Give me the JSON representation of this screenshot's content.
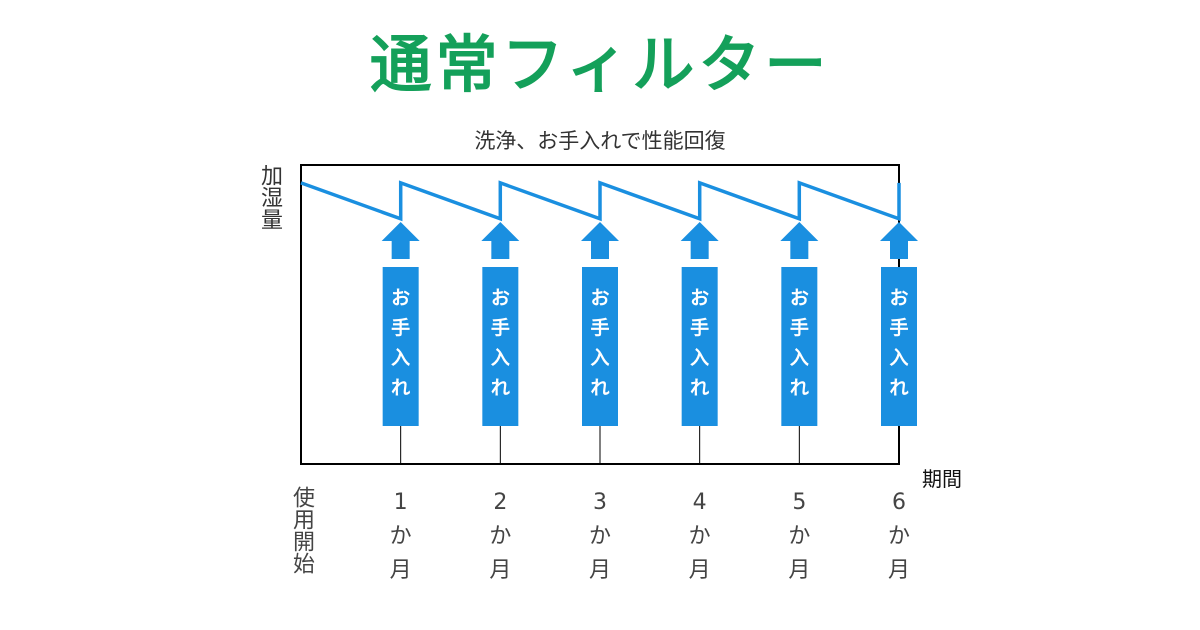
{
  "title": "通常フィルター",
  "subtitle": "洗浄、お手入れで性能回復",
  "colors": {
    "title": "#14a05a",
    "accent": "#1a8fe0",
    "axis": "#000000",
    "text": "#333333"
  },
  "chart_data": {
    "type": "line",
    "title": "洗浄、お手入れで性能回復",
    "ylabel": "加湿量",
    "xlabel": "期間",
    "start_label": "使用開始",
    "x_categories": [
      "使用開始",
      "1か月",
      "2か月",
      "3か月",
      "4か月",
      "5か月",
      "6か月"
    ],
    "x_tick_labels": [
      {
        "num": "1",
        "ka": "か",
        "tsuki": "月"
      },
      {
        "num": "2",
        "ka": "か",
        "tsuki": "月"
      },
      {
        "num": "3",
        "ka": "か",
        "tsuki": "月"
      },
      {
        "num": "4",
        "ka": "か",
        "tsuki": "月"
      },
      {
        "num": "5",
        "ka": "か",
        "tsuki": "月"
      },
      {
        "num": "6",
        "ka": "か",
        "tsuki": "月"
      }
    ],
    "xlim": [
      0,
      6
    ],
    "ylim": [
      0,
      1
    ],
    "grid": false,
    "series": [
      {
        "points": [
          [
            0,
            0.94
          ],
          [
            1,
            0.82
          ],
          [
            1,
            0.94
          ],
          [
            2,
            0.82
          ],
          [
            2,
            0.94
          ],
          [
            3,
            0.82
          ],
          [
            3,
            0.94
          ],
          [
            4,
            0.82
          ],
          [
            4,
            0.94
          ],
          [
            5,
            0.82
          ],
          [
            5,
            0.94
          ],
          [
            6,
            0.82
          ],
          [
            6,
            0.94
          ]
        ]
      }
    ],
    "annotations": {
      "label": "お手入れ",
      "at_months": [
        1,
        2,
        3,
        4,
        5,
        6
      ]
    }
  }
}
